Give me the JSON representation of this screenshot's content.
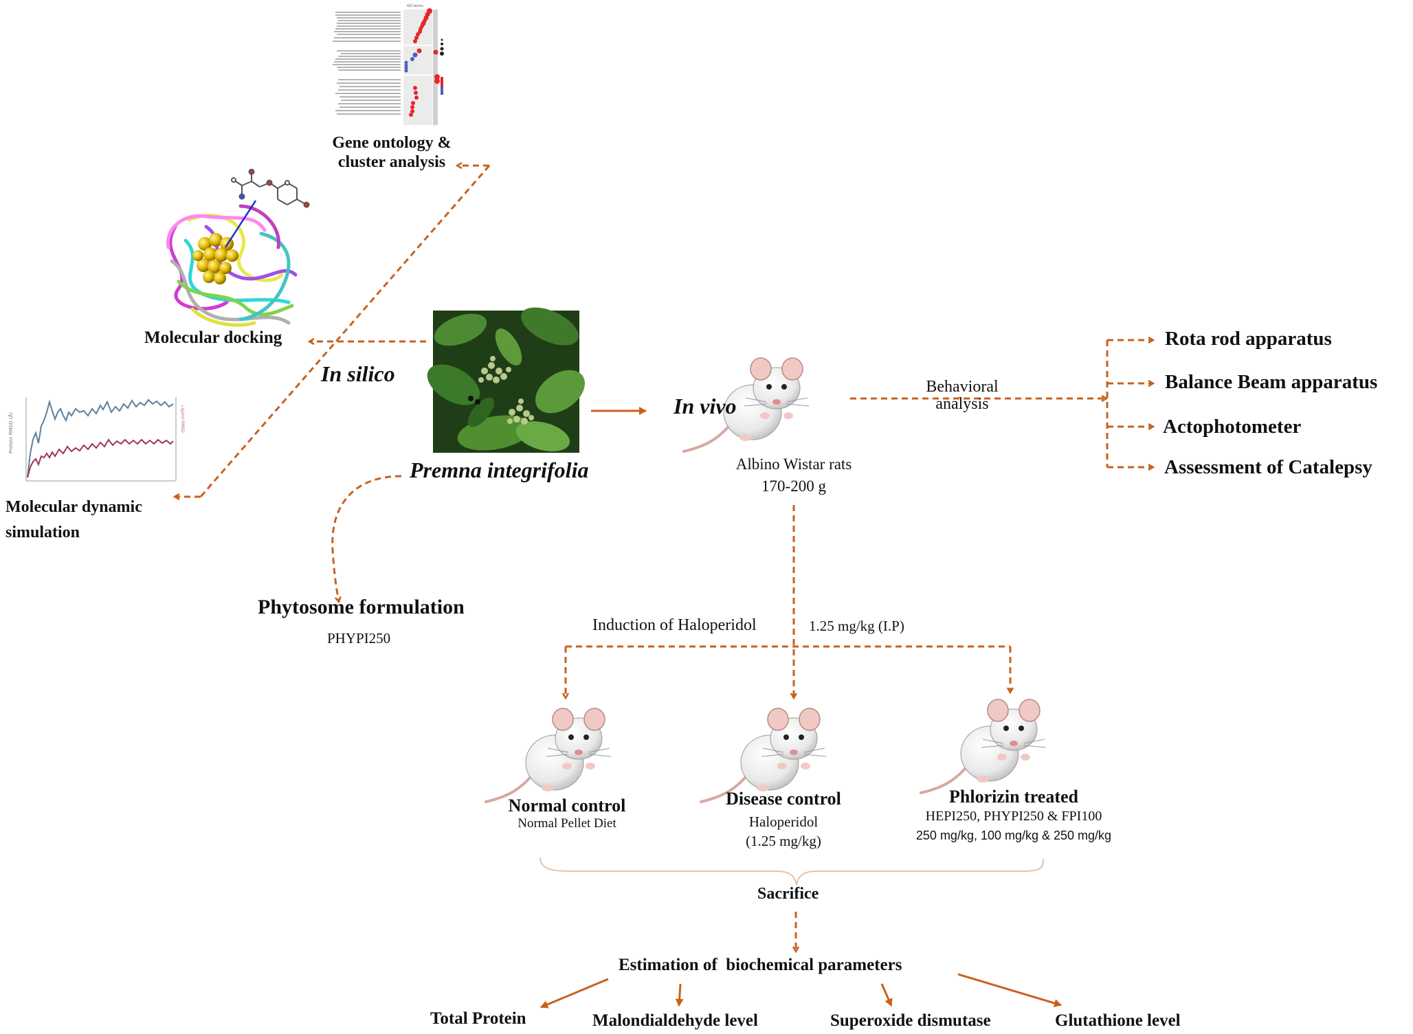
{
  "colors": {
    "arrow": "#c8611c",
    "plant_leaf": "#2f6b22",
    "rat": "#efefef",
    "rmsd_blue": "#5c7f9c",
    "rmsd_red": "#9e3556",
    "go_dot": "#e8242b",
    "go_dot_blue": "#4b5fc0"
  },
  "icons": {
    "go_plot": "go-dotplot-icon",
    "protein": "protein-structure-icon",
    "rmsd": "rmsd-line-plot-icon",
    "plant": "plant-photo-icon",
    "rat": "rat-icon"
  },
  "center": {
    "plant_name": "Premna integrifolia"
  },
  "in_silico": {
    "label": "In silico",
    "gene_ontology_line1": "Gene ontology &",
    "gene_ontology_line2": "cluster analysis",
    "docking": "Molecular docking",
    "md_line1": "Molecular dynamic",
    "md_line2": "simulation"
  },
  "phytosome": {
    "title": "Phytosome formulation",
    "code": "PHYPI250"
  },
  "in_vivo": {
    "label": "In vivo",
    "animal": "Albino Wistar rats",
    "weight": "170-200 g"
  },
  "behavior": {
    "line1": "Behavioral",
    "line2": "analysis",
    "tests": [
      "Rota rod apparatus",
      "Balance Beam apparatus",
      "Actophotometer",
      "Assessment of Catalepsy"
    ]
  },
  "induction": {
    "text": "Induction of Haloperidol",
    "dose": "1.25 mg/kg (I.P)"
  },
  "groups": {
    "normal": {
      "title": "Normal control",
      "sub": "Normal Pellet Diet"
    },
    "disease": {
      "title": "Disease control",
      "sub1": "Haloperidol",
      "sub2": "(1.25 mg/kg)"
    },
    "treated": {
      "title": "Phlorizin treated",
      "sub1": "HEPI250, PHYPI250 & FPI100",
      "sub2": "250 mg/kg, 100 mg/kg & 250 mg/kg"
    }
  },
  "sacrifice": "Sacrifice",
  "estimation": "Estimation of  biochemical parameters",
  "biochem": [
    "Total Protein",
    "Malondialdehyde level",
    "Superoxide dismutase",
    "Glutathione level"
  ]
}
